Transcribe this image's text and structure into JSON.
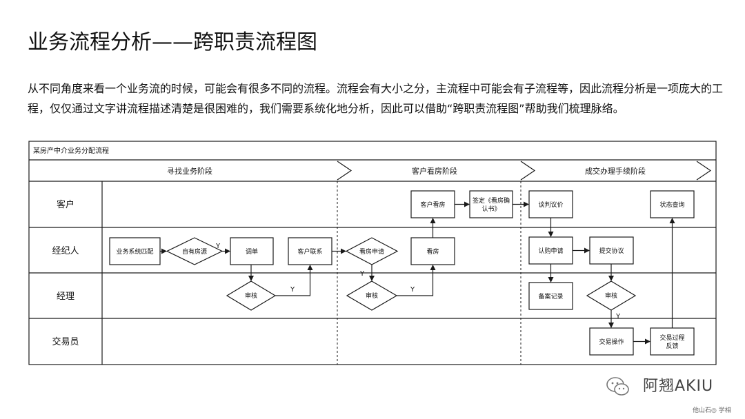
{
  "slide": {
    "title": "业务流程分析——跨职责流程图",
    "paragraph": "从不同角度来看一个业务流的时候，可能会有很多不同的流程。流程会有大小之分，主流程中可能会有子流程等，因此流程分析是一项庞大的工程，仅仅通过文字讲流程描述清楚是很困难的，我们需要系统化地分析，因此可以借助“跨职责流程图”帮助我们梳理脉络。"
  },
  "diagram": {
    "title": "某房产中介业务分配流程",
    "phases": [
      "寻找业务阶段",
      "客户看房阶段",
      "成交办理手续阶段"
    ],
    "lanes": [
      "客户",
      "经纪人",
      "经理",
      "交易员"
    ],
    "nodes": {
      "biz_match": "业务系统匹配",
      "has_source": "自有房源",
      "transfer": "调单",
      "audit1": "审核",
      "contact": "客户联系",
      "view_apply": "看房申请",
      "audit2": "审核",
      "view": "看房",
      "client_view": "客户看房",
      "sign_line1": "签定《看房确",
      "sign_line2": "认书》",
      "negotiate": "谈判议价",
      "purchase_apply": "认购申请",
      "submit": "提交协议",
      "record": "备案记录",
      "audit3": "审核",
      "trade_op": "交易操作",
      "feedback_line1": "交易过程",
      "feedback_line2": "反馈",
      "status_query": "状态查询"
    },
    "edge_labels": {
      "y1": "Y",
      "y2": "Y",
      "y3": "Y",
      "y4": "Y",
      "y5": "Y"
    }
  },
  "watermark": {
    "brand": "阿翘AKIU",
    "logo_icon": "wechat-icon",
    "credit": "他山石◎ 学相"
  },
  "colors": {
    "line": "#1a1a1a",
    "text": "#111111",
    "background": "#ffffff"
  }
}
